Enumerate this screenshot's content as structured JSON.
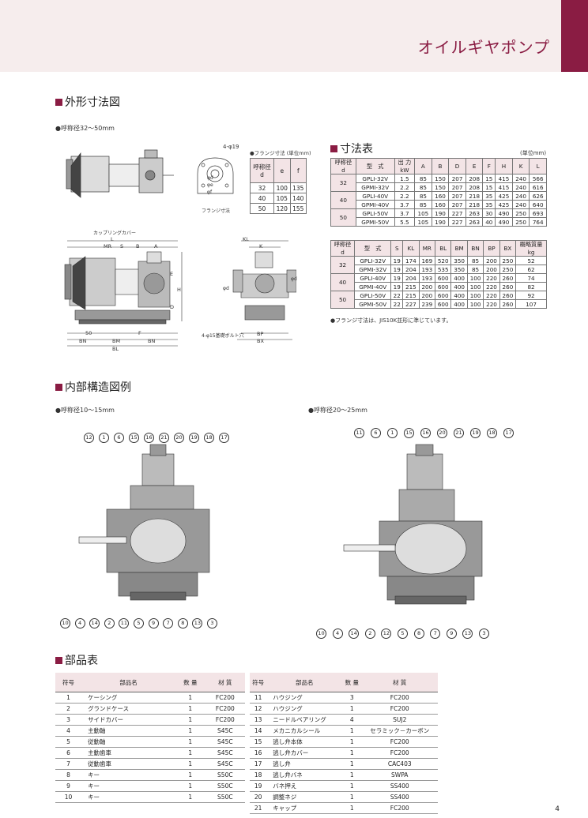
{
  "header": {
    "title": "オイルギヤポンプ"
  },
  "sections": {
    "outline": "外形寸法図",
    "dims": "寸法表",
    "internal": "内部構造図例",
    "parts": "部品表"
  },
  "outline_note": "●呼称径32～50mm",
  "flange": {
    "caption": "●フランジ寸法",
    "unit": "(単位mm)",
    "headers": [
      "呼称径\nd",
      "e",
      "f"
    ],
    "rows": [
      [
        "32",
        "100",
        "135"
      ],
      [
        "40",
        "105",
        "140"
      ],
      [
        "50",
        "120",
        "155"
      ]
    ],
    "drawing_label": "フランジ寸法",
    "hole_label": "4-φ19"
  },
  "drawing_labels": {
    "coupling": "カップリングカバー",
    "L": "L",
    "MR": "MR",
    "S": "S",
    "B": "B",
    "A": "A",
    "E": "E",
    "H": "H",
    "D": "D",
    "KL": "KL",
    "K": "K",
    "phi_d1": "φd",
    "phi_d2": "φd",
    "F": "F",
    "n50": "50",
    "BN1": "BN",
    "BM": "BM",
    "BN2": "BN",
    "BL": "BL",
    "BP": "BP",
    "BX": "BX",
    "bolt": "4-φ15基礎ボルト穴",
    "ff_d": "φd",
    "ff_e": "φe",
    "ff_f": "φf"
  },
  "dim_table1": {
    "unit": "(単位mm)",
    "headers": [
      "呼称径\nd",
      "型　式",
      "出 力\nkW",
      "A",
      "B",
      "D",
      "E",
      "F",
      "H",
      "K",
      "L"
    ],
    "groups": [
      {
        "size": "32",
        "rows": [
          [
            "GPLI-32V",
            "1.5",
            "85",
            "150",
            "207",
            "208",
            "15",
            "415",
            "240",
            "566"
          ],
          [
            "GPMI-32V",
            "2.2",
            "85",
            "150",
            "207",
            "208",
            "15",
            "415",
            "240",
            "616"
          ]
        ]
      },
      {
        "size": "40",
        "rows": [
          [
            "GPLI-40V",
            "2.2",
            "85",
            "160",
            "207",
            "218",
            "35",
            "425",
            "240",
            "626"
          ],
          [
            "GPMI-40V",
            "3.7",
            "85",
            "160",
            "207",
            "218",
            "35",
            "425",
            "240",
            "640"
          ]
        ]
      },
      {
        "size": "50",
        "rows": [
          [
            "GPLI-50V",
            "3.7",
            "105",
            "190",
            "227",
            "263",
            "30",
            "490",
            "250",
            "693"
          ],
          [
            "GPMI-50V",
            "5.5",
            "105",
            "190",
            "227",
            "263",
            "40",
            "490",
            "250",
            "764"
          ]
        ]
      }
    ]
  },
  "dim_table2": {
    "headers": [
      "呼称径\nd",
      "型　式",
      "S",
      "KL",
      "MR",
      "BL",
      "BM",
      "BN",
      "BP",
      "BX",
      "概略質量\nkg"
    ],
    "groups": [
      {
        "size": "32",
        "rows": [
          [
            "GPLI-32V",
            "19",
            "174",
            "169",
            "520",
            "350",
            "85",
            "200",
            "250",
            "52"
          ],
          [
            "GPMI-32V",
            "19",
            "204",
            "193",
            "535",
            "350",
            "85",
            "200",
            "250",
            "62"
          ]
        ]
      },
      {
        "size": "40",
        "rows": [
          [
            "GPLI-40V",
            "19",
            "204",
            "193",
            "600",
            "400",
            "100",
            "220",
            "260",
            "74"
          ],
          [
            "GPMI-40V",
            "19",
            "215",
            "200",
            "600",
            "400",
            "100",
            "220",
            "260",
            "82"
          ]
        ]
      },
      {
        "size": "50",
        "rows": [
          [
            "GPLI-50V",
            "22",
            "215",
            "200",
            "600",
            "400",
            "100",
            "220",
            "260",
            "92"
          ],
          [
            "GPMI-50V",
            "22",
            "227",
            "239",
            "600",
            "400",
            "100",
            "220",
            "260",
            "107"
          ]
        ]
      }
    ],
    "footnote": "●フランジ寸法は、JIS10K並形に準じています。"
  },
  "internal": {
    "left_caption": "●呼称径10～15mm",
    "right_caption": "●呼称径20～25mm",
    "left_top": [
      "12",
      "1",
      "6",
      "15",
      "16",
      "21",
      "20",
      "19",
      "18",
      "17"
    ],
    "left_bottom": [
      "10",
      "4",
      "14",
      "2",
      "11",
      "5",
      "9",
      "7",
      "8",
      "13",
      "3"
    ],
    "right_top": [
      "11",
      "6",
      "1",
      "15",
      "16",
      "20",
      "21",
      "19",
      "18",
      "17"
    ],
    "right_bottom": [
      "10",
      "4",
      "14",
      "2",
      "12",
      "5",
      "8",
      "7",
      "9",
      "13",
      "3"
    ]
  },
  "parts": {
    "headers": [
      "符号",
      "部品名",
      "数 量",
      "材 質"
    ],
    "left": [
      [
        "1",
        "ケーシング",
        "1",
        "FC200"
      ],
      [
        "2",
        "グランドケース",
        "1",
        "FC200"
      ],
      [
        "3",
        "サイドカバー",
        "1",
        "FC200"
      ],
      [
        "4",
        "主動軸",
        "1",
        "S45C"
      ],
      [
        "5",
        "従動軸",
        "1",
        "S45C"
      ],
      [
        "6",
        "主動歯車",
        "1",
        "S45C"
      ],
      [
        "7",
        "従動歯車",
        "1",
        "S45C"
      ],
      [
        "8",
        "キー",
        "1",
        "S50C"
      ],
      [
        "9",
        "キー",
        "1",
        "S50C"
      ],
      [
        "10",
        "キー",
        "1",
        "S50C"
      ]
    ],
    "right": [
      [
        "11",
        "ハウジング",
        "3",
        "FC200"
      ],
      [
        "12",
        "ハウジング",
        "1",
        "FC200"
      ],
      [
        "13",
        "ニードルベアリング",
        "4",
        "SUJ2"
      ],
      [
        "14",
        "メカニカルシール",
        "1",
        "セラミック－カーボン"
      ],
      [
        "15",
        "逃し弁本体",
        "1",
        "FC200"
      ],
      [
        "16",
        "逃し弁カバー",
        "1",
        "FC200"
      ],
      [
        "17",
        "逃し弁",
        "1",
        "CAC403"
      ],
      [
        "18",
        "逃し弁バネ",
        "1",
        "SWPA"
      ],
      [
        "19",
        "バネ押え",
        "1",
        "SS400"
      ],
      [
        "20",
        "調整ネジ",
        "1",
        "SS400"
      ],
      [
        "21",
        "キャップ",
        "1",
        "FC200"
      ]
    ]
  },
  "page_number": "4",
  "colors": {
    "accent": "#8a1c43",
    "band": "#f6eded",
    "table_header": "#f3e4e6"
  }
}
